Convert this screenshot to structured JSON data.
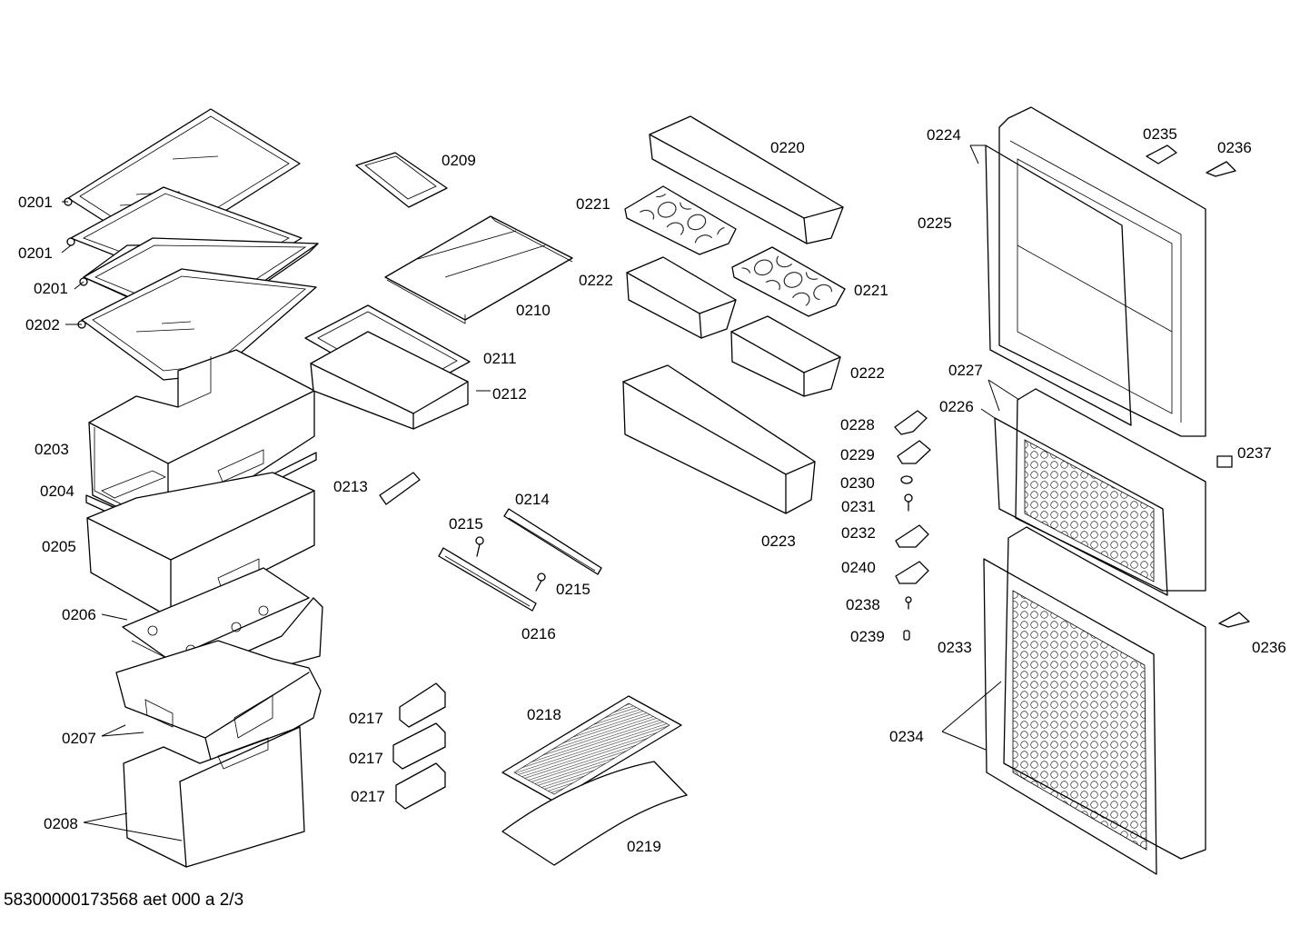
{
  "labels": {
    "p0201": "0201",
    "p0202": "0202",
    "p0203": "0203",
    "p0204": "0204",
    "p0205": "0205",
    "p0206": "0206",
    "p0207": "0207",
    "p0208": "0208",
    "p0209": "0209",
    "p0210": "0210",
    "p0211": "0211",
    "p0212": "0212",
    "p0213": "0213",
    "p0214": "0214",
    "p0215": "0215",
    "p0216": "0216",
    "p0217": "0217",
    "p0218": "0218",
    "p0219": "0219",
    "p0220": "0220",
    "p0221": "0221",
    "p0222": "0222",
    "p0223": "0223",
    "p0224": "0224",
    "p0225": "0225",
    "p0226": "0226",
    "p0227": "0227",
    "p0228": "0228",
    "p0229": "0229",
    "p0230": "0230",
    "p0231": "0231",
    "p0232": "0232",
    "p0233": "0233",
    "p0234": "0234",
    "p0235": "0235",
    "p0236": "0236",
    "p0237": "0237",
    "p0238": "0238",
    "p0239": "0239",
    "p0240": "0240"
  },
  "footer": "58300000173568 aet 000 a 2/3"
}
